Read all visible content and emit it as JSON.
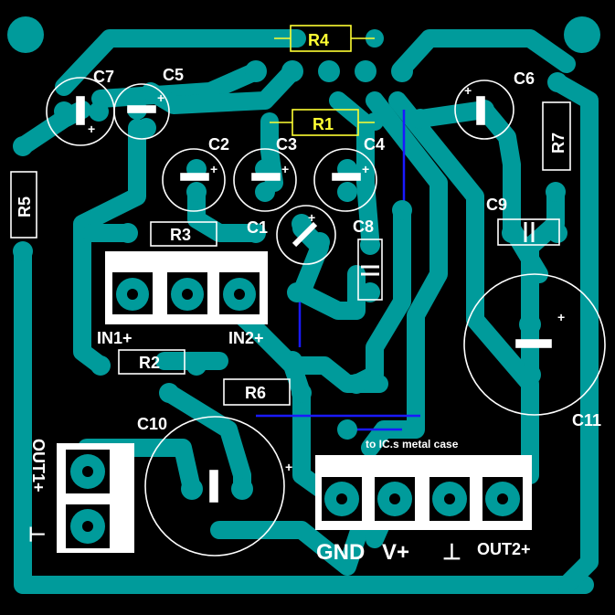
{
  "board": {
    "colors": {
      "background": "#000000",
      "trace": "#009b9b",
      "silkscreen": "#ffffff",
      "highlight": "#ffff33",
      "jumper": "#1a1aff"
    }
  },
  "labels": {
    "r4": "R4",
    "r1": "R1",
    "r2": "R2",
    "r3": "R3",
    "r5": "R5",
    "r6": "R6",
    "r7": "R7",
    "c1": "C1",
    "c2": "C2",
    "c3": "C3",
    "c4": "C4",
    "c5": "C5",
    "c6": "C6",
    "c7": "C7",
    "c8": "C8",
    "c9": "C9",
    "c10": "C10",
    "c11": "C11",
    "in1": "IN1+",
    "in2": "IN2+",
    "out1": "OUT1+",
    "out2": "OUT2+",
    "gnd": "GND",
    "vplus": "V+",
    "ground_symbol": "⊥",
    "note": "to IC.s metal case"
  }
}
